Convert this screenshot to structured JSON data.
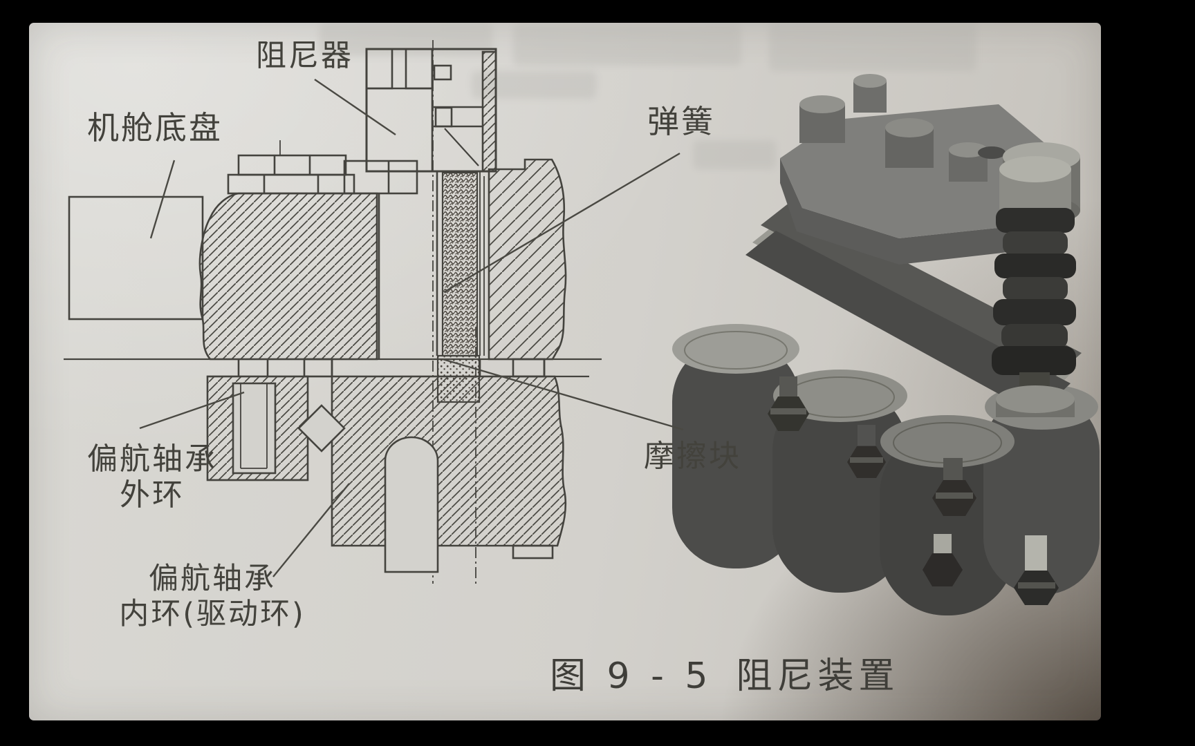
{
  "photo": {
    "labels": {
      "damper": "阻尼器",
      "nacelle_chassis": "机舱底盘",
      "spring": "弹簧",
      "yaw_bearing_outer_l1": "偏航轴承",
      "yaw_bearing_outer_l2": "外环",
      "friction_block": "摩擦块",
      "yaw_bearing_inner_l1": "偏航轴承",
      "yaw_bearing_inner_l2": "内环(驱动环)"
    },
    "caption": {
      "figure_no": "图 9 - 5",
      "title": "阻尼装置"
    },
    "colors": {
      "frame": "#000000",
      "paper": "#d5d4cf",
      "paper_shadow_corner": "#6b6258",
      "ink": "#44433e",
      "render_dark": "#2e2e2c",
      "render_mid": "#6e6e6b",
      "render_light": "#9c9c97"
    }
  }
}
